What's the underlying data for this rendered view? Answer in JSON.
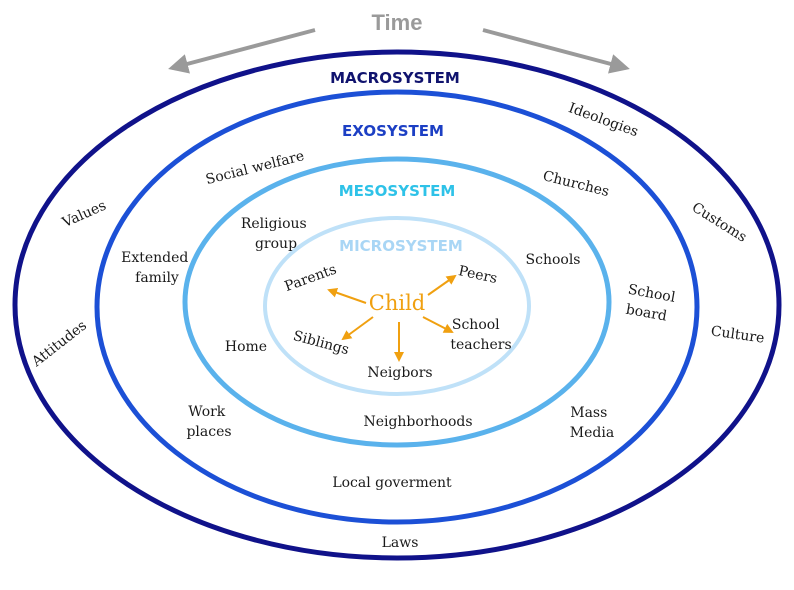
{
  "time": {
    "label": "Time"
  },
  "colors": {
    "macro": "#10128a",
    "exo": "#1c50d6",
    "meso": "#5ab2ec",
    "micro": "#bfe1f8",
    "macro_title": "#10136e",
    "exo_title": "#1c3fc4",
    "meso_title": "#2ec2e8",
    "micro_title": "#a9d6f5",
    "child": "#f0a010",
    "arrow": "#9a9a9a",
    "text": "#1a1a1a"
  },
  "systems": {
    "macro": "MACROSYSTEM",
    "exo": "EXOSYSTEM",
    "meso": "MESOSYSTEM",
    "micro": "MICROSYSTEM"
  },
  "child": "Child",
  "macro_items": {
    "values": "Values",
    "attitudes": "Attitudes",
    "ideologies": "Ideologies",
    "customs": "Customs",
    "culture": "Culture",
    "laws": "Laws"
  },
  "exo_items": {
    "social_welfare": "Social welfare",
    "extended_family": [
      "Extended",
      "family"
    ],
    "work_places": [
      "Work",
      "places"
    ],
    "local_government": "Local goverment",
    "churches": "Churches",
    "school_board": [
      "School",
      "board"
    ],
    "mass_media": [
      "Mass",
      "Media"
    ]
  },
  "meso_items": {
    "religious_group": [
      "Religious",
      "group"
    ],
    "home": "Home",
    "neighborhoods": "Neighborhoods",
    "schools": "Schools"
  },
  "micro_items": {
    "parents": "Parents",
    "peers": "Peers",
    "siblings": "Siblings",
    "school_teachers": [
      "School",
      "teachers"
    ],
    "neighbors": "Neigbors"
  }
}
